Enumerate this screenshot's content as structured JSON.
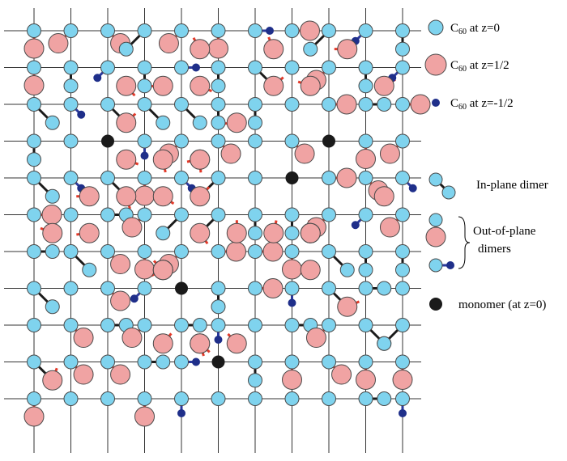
{
  "colors": {
    "c60_z0": "#7fd3ee",
    "c60_z_half": "#f0a3a3",
    "c60_z_minus_half": "#1f2f8a",
    "monomer": "#1a1a1a",
    "bond_black": "#1a1a1a",
    "bond_red": "#e23a2a",
    "bond_blue": "#2b3a9c",
    "grid": "#333333",
    "outline": "#4a4a4a"
  },
  "legend": {
    "c60_z0": {
      "base": "C",
      "sub": "60",
      "rest": " at z=0"
    },
    "c60_z_half": {
      "base": "C",
      "sub": "60",
      "rest": " at z=1/2"
    },
    "c60_z_minus_half": {
      "base": "C",
      "sub": "60",
      "rest": " at z=-1/2"
    },
    "in_plane_dimer": "In-plane dimer",
    "out_of_plane_line1": "Out-of-plane",
    "out_of_plane_line2": "dimers",
    "monomer": "monomer (at z=0)"
  },
  "lattice": {
    "monomers": [
      [
        2,
        3
      ],
      [
        8,
        3
      ],
      [
        7,
        4
      ],
      [
        4,
        7
      ],
      [
        5,
        9
      ]
    ]
  }
}
